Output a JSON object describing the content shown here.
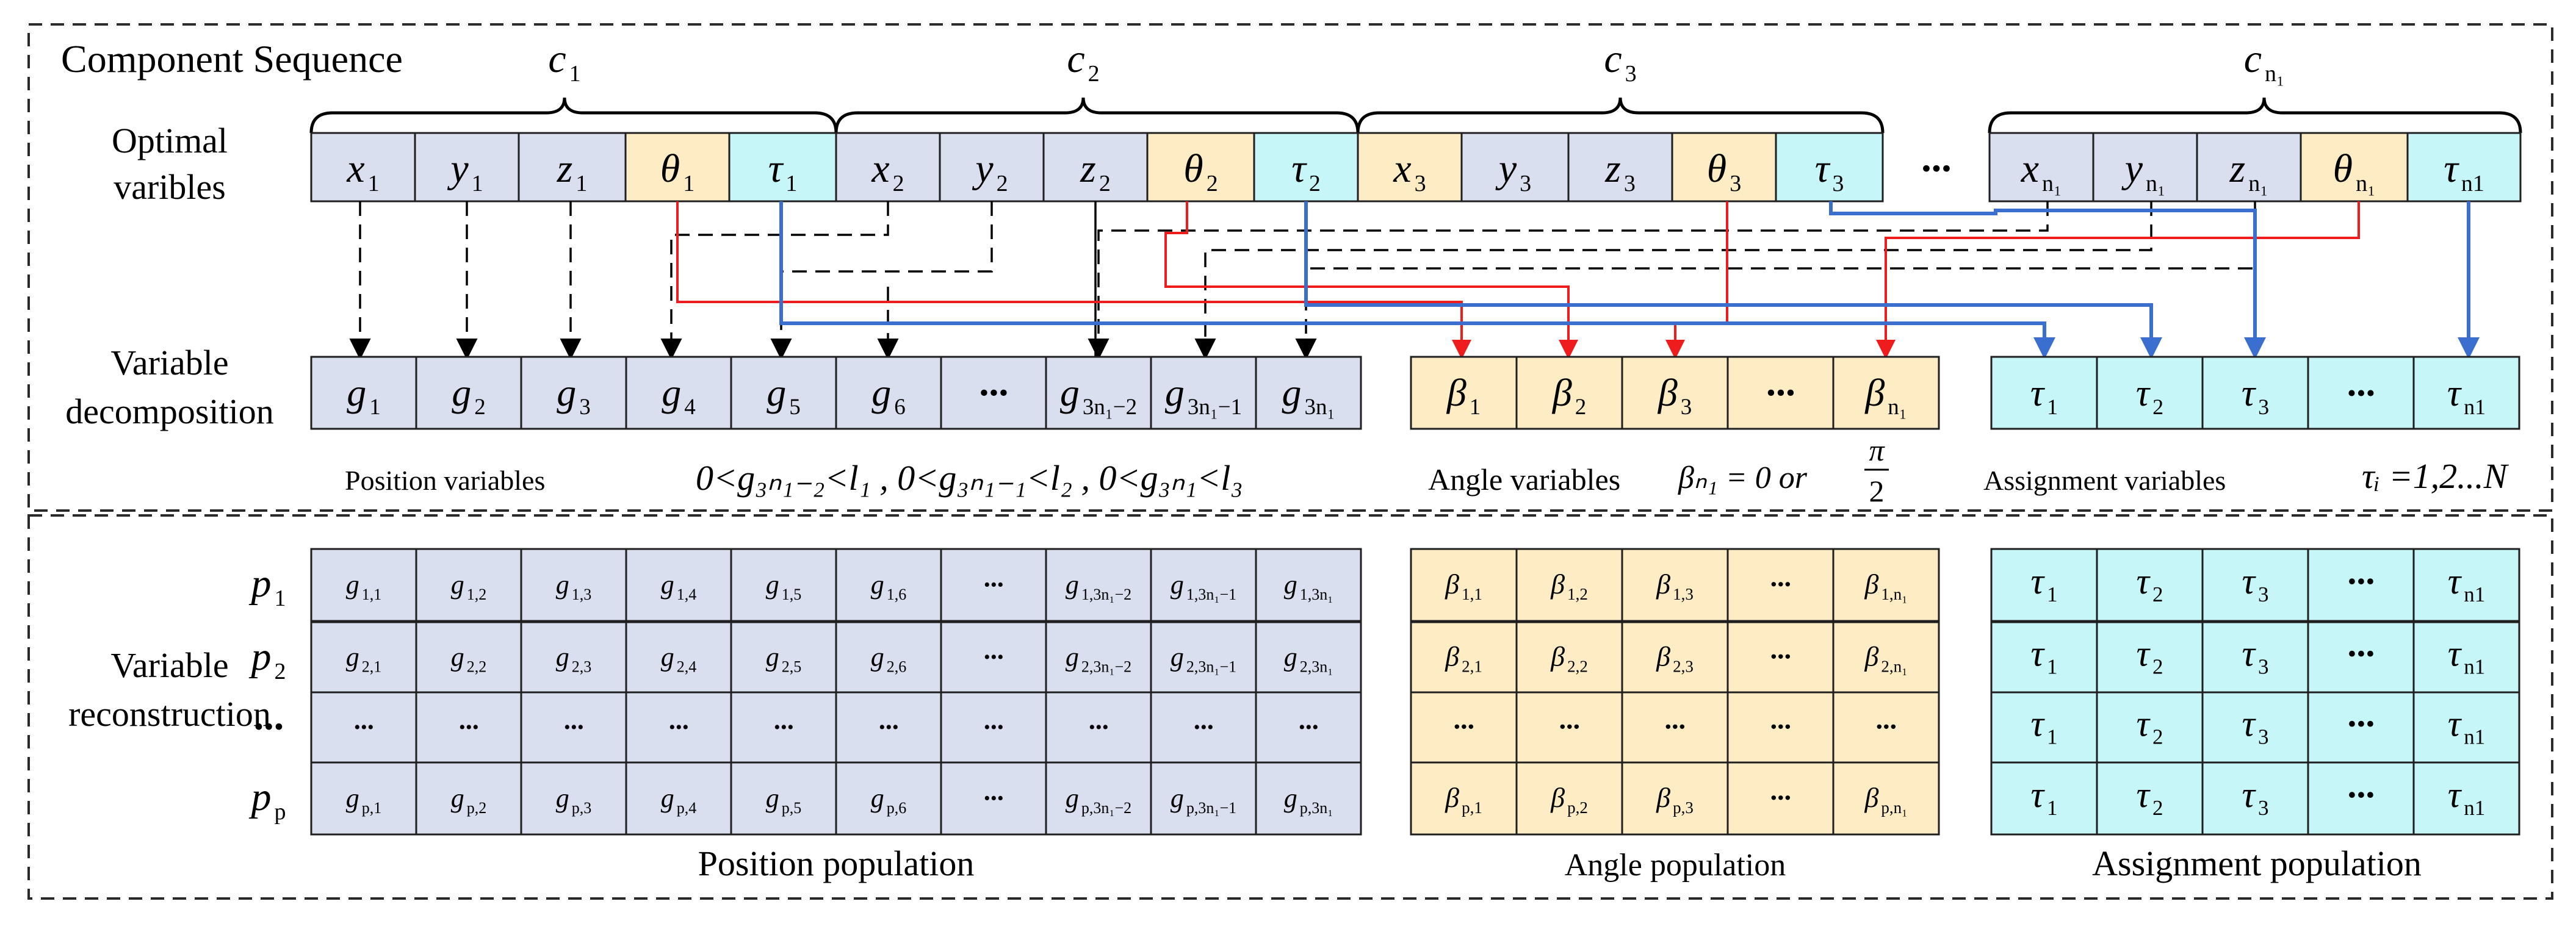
{
  "section_titles": {
    "component_sequence": "Component Sequence",
    "optimal_variables": [
      "Optimal",
      "varibles"
    ],
    "variable_decomposition": [
      "Variable",
      "decomposition"
    ],
    "variable_reconstruction": [
      "Variable",
      "reconstruction"
    ]
  },
  "components": [
    {
      "base": "c",
      "sub": "1"
    },
    {
      "base": "c",
      "sub": "2"
    },
    {
      "base": "c",
      "sub": "3"
    },
    {
      "base": "c",
      "sub": "n₁"
    }
  ],
  "optimal_row": [
    {
      "base": "x",
      "sub": "1",
      "kind": "P"
    },
    {
      "base": "y",
      "sub": "1",
      "kind": "P"
    },
    {
      "base": "z",
      "sub": "1",
      "kind": "P"
    },
    {
      "base": "θ",
      "sub": "1",
      "kind": "A"
    },
    {
      "base": "τ",
      "sub": "1",
      "kind": "T"
    },
    {
      "base": "x",
      "sub": "2",
      "kind": "P"
    },
    {
      "base": "y",
      "sub": "2",
      "kind": "P"
    },
    {
      "base": "z",
      "sub": "2",
      "kind": "P"
    },
    {
      "base": "θ",
      "sub": "2",
      "kind": "A"
    },
    {
      "base": "τ",
      "sub": "2",
      "kind": "T"
    },
    {
      "base": "x",
      "sub": "3",
      "kind": "A"
    },
    {
      "base": "y",
      "sub": "3",
      "kind": "P"
    },
    {
      "base": "z",
      "sub": "3",
      "kind": "P"
    },
    {
      "base": "θ",
      "sub": "3",
      "kind": "A"
    },
    {
      "base": "τ",
      "sub": "3",
      "kind": "T"
    },
    {
      "base": "···",
      "sub": "",
      "kind": "gap"
    },
    {
      "base": "x",
      "sub": "n₁",
      "kind": "P"
    },
    {
      "base": "y",
      "sub": "n₁",
      "kind": "P"
    },
    {
      "base": "z",
      "sub": "n₁",
      "kind": "P"
    },
    {
      "base": "θ",
      "sub": "n₁",
      "kind": "A"
    },
    {
      "base": "τ",
      "sub": "n1",
      "kind": "T"
    }
  ],
  "position_decomposition": [
    {
      "base": "g",
      "sub": "1"
    },
    {
      "base": "g",
      "sub": "2"
    },
    {
      "base": "g",
      "sub": "3"
    },
    {
      "base": "g",
      "sub": "4"
    },
    {
      "base": "g",
      "sub": "5"
    },
    {
      "base": "g",
      "sub": "6"
    },
    {
      "base": "···",
      "sub": ""
    },
    {
      "base": "g",
      "sub": "3n₁−2"
    },
    {
      "base": "g",
      "sub": "3n₁−1"
    },
    {
      "base": "g",
      "sub": "3n₁"
    }
  ],
  "angle_decomposition": [
    {
      "base": "β",
      "sub": "1"
    },
    {
      "base": "β",
      "sub": "2"
    },
    {
      "base": "β",
      "sub": "3"
    },
    {
      "base": "···",
      "sub": ""
    },
    {
      "base": "β",
      "sub": "n₁"
    }
  ],
  "assignment_decomposition": [
    {
      "base": "τ",
      "sub": "1"
    },
    {
      "base": "τ",
      "sub": "2"
    },
    {
      "base": "τ",
      "sub": "3"
    },
    {
      "base": "···",
      "sub": ""
    },
    {
      "base": "τ",
      "sub": "n1"
    }
  ],
  "notes": {
    "position_label": "Position variables",
    "position_constraint": "0<g₃ₙ₁₋₂<l₁ , 0<g₃ₙ₁₋₁<l₂ , 0<g₃ₙ₁<l₃",
    "angle_label": "Angle variables",
    "angle_constraint_lhs": "βₙ₁ = 0  or",
    "angle_pi": "π",
    "angle_two": "2",
    "assignment_label": "Assignment variables",
    "assignment_constraint": "τᵢ =1,2...N"
  },
  "population_rows": [
    {
      "base": "p",
      "sub": "1"
    },
    {
      "base": "p",
      "sub": "2"
    },
    {
      "base": "···",
      "sub": ""
    },
    {
      "base": "p",
      "sub": "p"
    }
  ],
  "position_population": [
    [
      "g1,1",
      "g1,2",
      "g1,3",
      "g1,4",
      "g1,5",
      "g1,6",
      "···",
      "g1,3n₁−2",
      "g1,3n₁−1",
      "g1,3n₁"
    ],
    [
      "g2,1",
      "g2,2",
      "g2,3",
      "g2,4",
      "g2,5",
      "g2,6",
      "···",
      "g2,3n₁−2",
      "g2,3n₁−1",
      "g2,3n₁"
    ],
    [
      "···",
      "···",
      "···",
      "···",
      "···",
      "···",
      "···",
      "···",
      "···",
      "···"
    ],
    [
      "gp,1",
      "gp,2",
      "gp,3",
      "gp,4",
      "gp,5",
      "gp,6",
      "···",
      "gp,3n₁−2",
      "gp,3n₁−1",
      "gp,3n₁"
    ]
  ],
  "angle_population": [
    [
      "β1,1",
      "β1,2",
      "β1,3",
      "···",
      "β1,n₁"
    ],
    [
      "β2,1",
      "β2,2",
      "β2,3",
      "···",
      "β2,n₁"
    ],
    [
      "···",
      "···",
      "···",
      "···",
      "···"
    ],
    [
      "βp,1",
      "βp,2",
      "βp,3",
      "···",
      "βp,n₁"
    ]
  ],
  "assignment_population": [
    [
      "τ1",
      "τ2",
      "τ3",
      "···",
      "τn1"
    ],
    [
      "τ1",
      "τ2",
      "τ3",
      "···",
      "τn1"
    ],
    [
      "τ1",
      "τ2",
      "τ3",
      "···",
      "τn1"
    ],
    [
      "τ1",
      "τ2",
      "τ3",
      "···",
      "τn1"
    ]
  ],
  "population_titles": {
    "position": "Position population",
    "angle": "Angle population",
    "assignment": "Assignment population"
  },
  "colors": {
    "position_fill": "#dadff0",
    "angle_fill": "#fdecc4",
    "assignment_fill": "#c6f6f7",
    "red_connector": "#ee1c1c",
    "blue_connector": "#3a6fd0"
  }
}
